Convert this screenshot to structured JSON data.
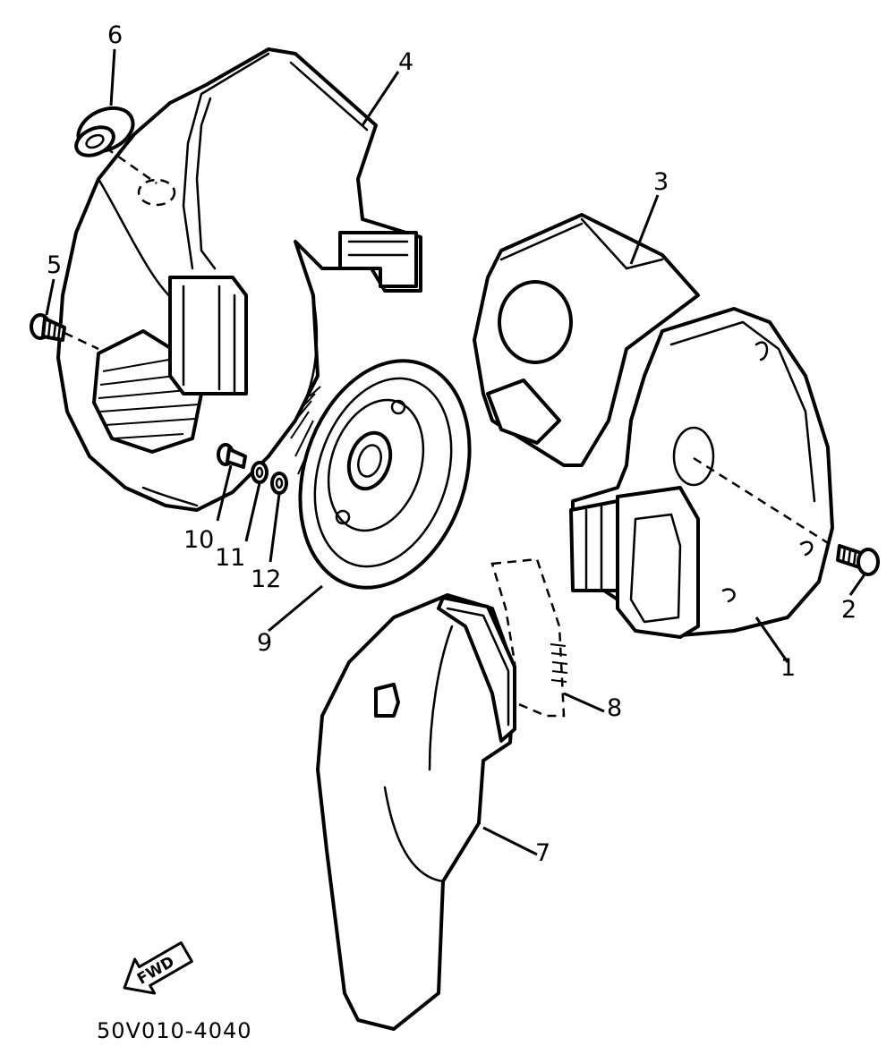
{
  "callouts": {
    "p1": "1",
    "p2": "2",
    "p3": "3",
    "p4": "4",
    "p5": "5",
    "p6": "6",
    "p7": "7",
    "p8": "8",
    "p9": "9",
    "p10": "10",
    "p11": "11",
    "p12": "12"
  },
  "fwd_label": "FWD",
  "diagram_code": "50V010-4040",
  "icons": [
    "fwd-arrow-icon"
  ]
}
